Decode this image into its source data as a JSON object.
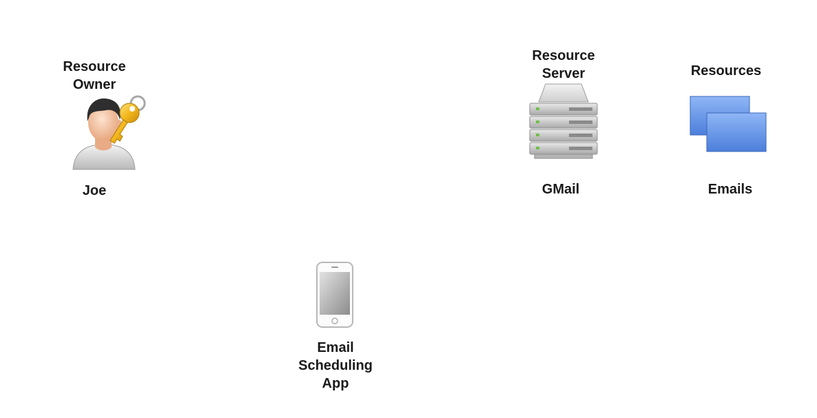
{
  "owner": {
    "role_line1": "Resource",
    "role_line2": "Owner",
    "name": "Joe",
    "icon": "user-with-key-icon"
  },
  "server": {
    "role_line1": "Resource",
    "role_line2": "Server",
    "name": "GMail",
    "icon": "server-rack-icon"
  },
  "resources": {
    "role": "Resources",
    "name": "Emails",
    "icon": "stacked-documents-icon",
    "color": "#5b8de8"
  },
  "client": {
    "line1": "Email",
    "line2": "Scheduling",
    "line3": "App",
    "icon": "smartphone-icon"
  }
}
